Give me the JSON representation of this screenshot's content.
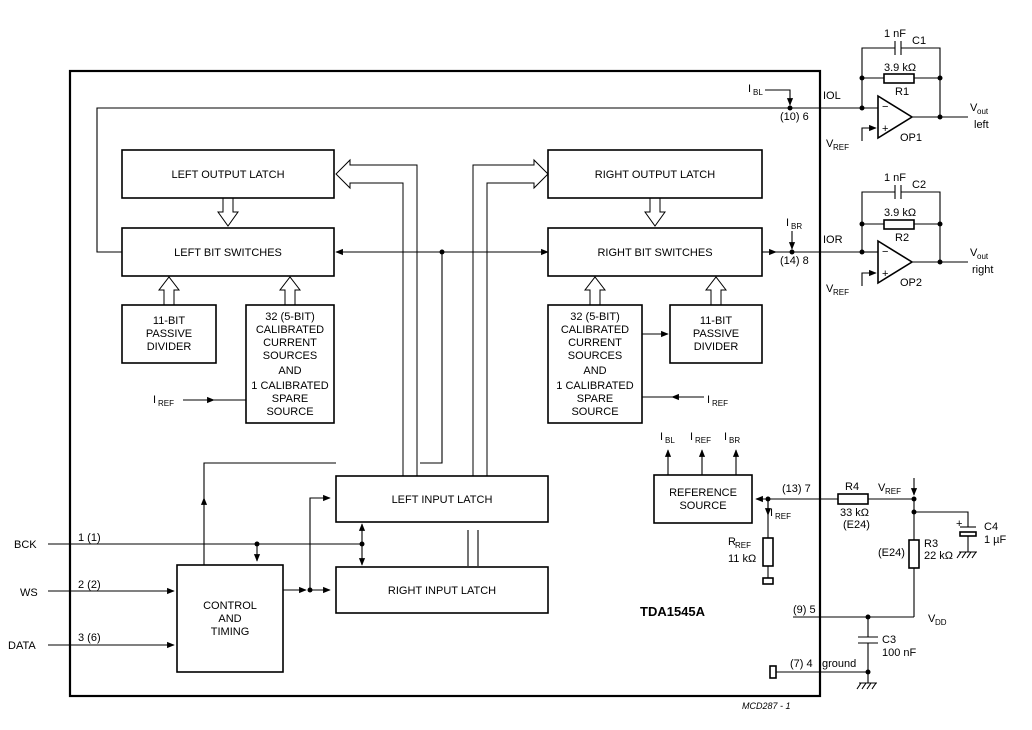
{
  "chip": {
    "name": "TDA1545A",
    "ref_code": "MCD287 - 1"
  },
  "blocks": {
    "left_output_latch": "LEFT OUTPUT LATCH",
    "right_output_latch": "RIGHT OUTPUT LATCH",
    "left_bit_switches": "LEFT BIT SWITCHES",
    "right_bit_switches": "RIGHT BIT SWITCHES",
    "passive_divider": [
      "11-BIT",
      "PASSIVE",
      "DIVIDER"
    ],
    "calibrated_sources": [
      "32 (5-BIT)",
      "CALIBRATED",
      "CURRENT",
      "SOURCES",
      "AND",
      "1 CALIBRATED",
      "SPARE",
      "SOURCE"
    ],
    "left_input_latch": "LEFT INPUT LATCH",
    "right_input_latch": "RIGHT INPUT LATCH",
    "control_timing": [
      "CONTROL",
      "AND",
      "TIMING"
    ],
    "reference_source": [
      "REFERENCE",
      "SOURCE"
    ]
  },
  "inputs": {
    "bck": {
      "name": "BCK",
      "pin": "1 (1)"
    },
    "ws": {
      "name": "WS",
      "pin": "2 (2)"
    },
    "data": {
      "name": "DATA",
      "pin": "3 (6)"
    }
  },
  "signals": {
    "i": "I",
    "ref": "REF",
    "bl": "BL",
    "br": "BR",
    "v": "V",
    "out": "out",
    "r": "R",
    "dd": "DD",
    "iol": "IOL",
    "ior": "IOR",
    "ground": "ground",
    "left": "left",
    "right": "right"
  },
  "pins": {
    "iol": "(10) 6",
    "ior": "(14) 8",
    "iref": "(13) 7",
    "vdd": "(9) 5",
    "gnd": "(7) 4"
  },
  "components": {
    "c1": {
      "name": "C1",
      "value": "1 nF"
    },
    "r1": {
      "name": "R1",
      "value": "3.9 kΩ"
    },
    "op1": "OP1",
    "c2": {
      "name": "C2",
      "value": "1 nF"
    },
    "r2": {
      "name": "R2",
      "value": "3.9 kΩ"
    },
    "op2": "OP2",
    "r4": {
      "name": "R4",
      "value": "33 kΩ",
      "series": "(E24)"
    },
    "r3": {
      "name": "R3",
      "value": "22 kΩ",
      "series": "(E24)"
    },
    "c4": {
      "name": "C4",
      "value": "1 µF"
    },
    "c3": {
      "name": "C3",
      "value": "100 nF"
    },
    "rref": {
      "value": "11 kΩ"
    }
  },
  "op_symbols": {
    "minus": "−",
    "plus": "+",
    "cap_plus": "+"
  }
}
